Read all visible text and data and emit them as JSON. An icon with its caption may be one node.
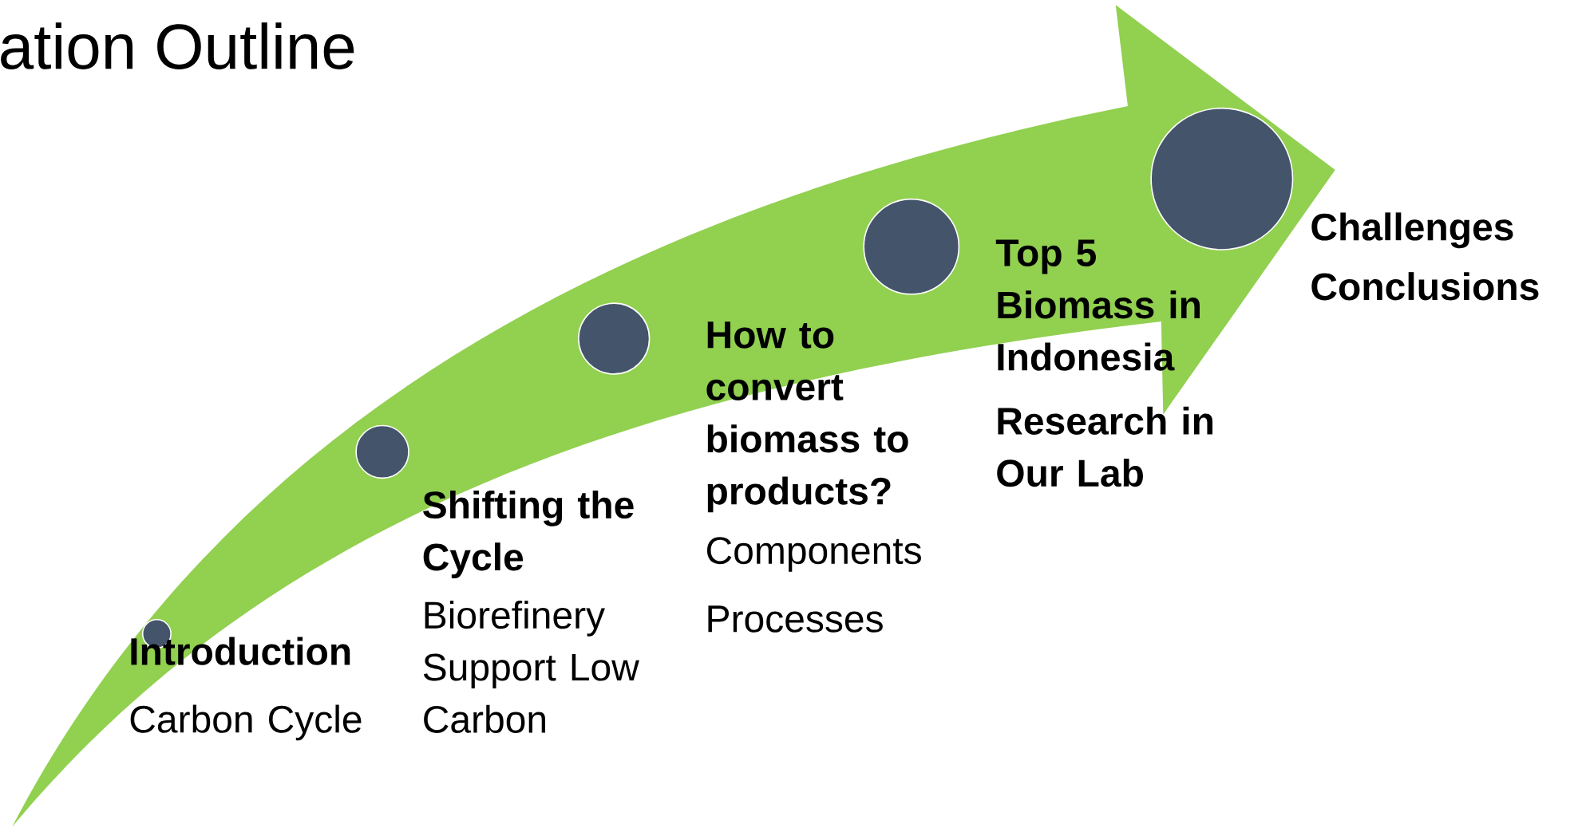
{
  "diagram": {
    "title": "ation Outline",
    "labels": [
      "Introduction",
      "Carbon Cycle",
      "Shifting the Cycle",
      "Biorefinery Support Low Carbon",
      "How to convert biomass to products?",
      "Components",
      "Processes",
      "Top 5 Biomass in Indonesia",
      "Research in Our Lab",
      "Challenges",
      "Conclusions"
    ]
  }
}
